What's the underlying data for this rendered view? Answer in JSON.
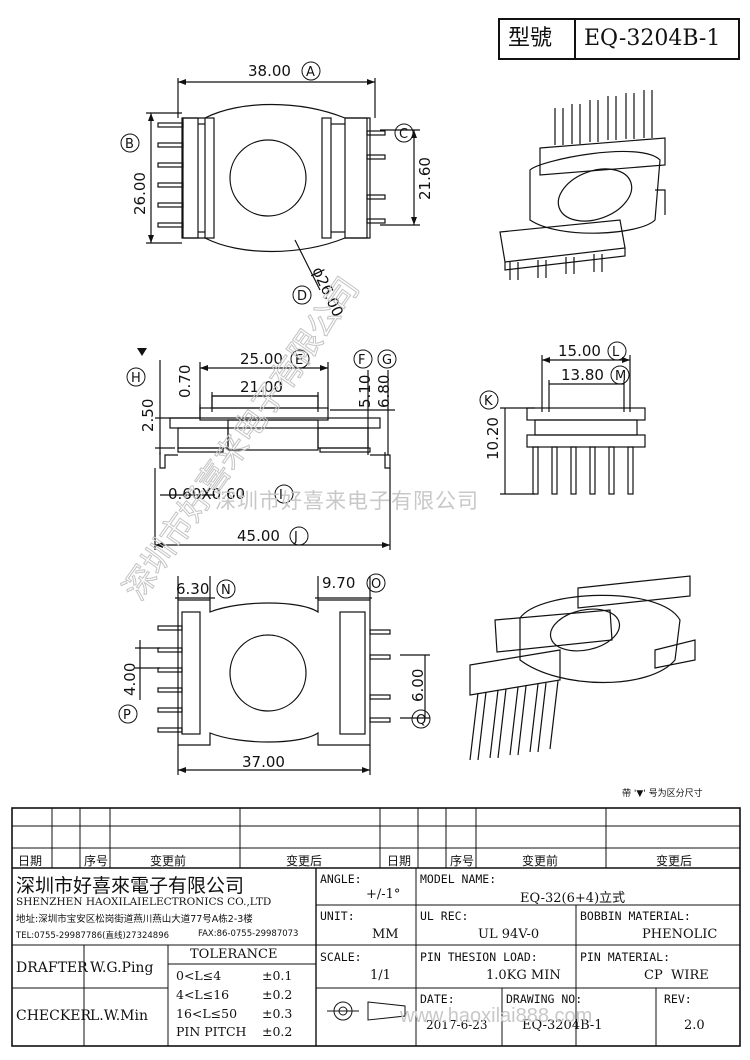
{
  "title_block": {
    "model_label": "型號",
    "model": "EQ-3204B-1"
  },
  "dimensions": {
    "top_width": "38.00",
    "top_width_tag": "A",
    "top_height": "26.00",
    "top_height_tag": "B",
    "top_inner_height": "21.60",
    "top_inner_tag": "C",
    "top_diameter": "ϕ26.00",
    "top_diameter_tag": "D",
    "side_w1": "25.00",
    "side_w1_tag": "E",
    "side_w2": "21.00",
    "side_h1": "0.70",
    "side_h2": "2.50",
    "side_h2_tag": "H",
    "side_h3": "5.10",
    "side_h3_tag": "F",
    "side_h4": "6.80",
    "side_h4_tag": "G",
    "pin_size": "0.60X0.60",
    "pin_size_tag": "I",
    "side_total": "45.00",
    "side_total_tag": "J",
    "end_w1": "15.00",
    "end_w1_tag": "L",
    "end_w2": "13.80",
    "end_w2_tag": "M",
    "end_h": "10.20",
    "end_h_tag": "K",
    "bottom_left": "6.30",
    "bottom_left_tag": "N",
    "bottom_right": "9.70",
    "bottom_right_tag": "O",
    "bottom_pitch": "4.00",
    "bottom_pitch_tag": "P",
    "bottom_inner": "6.00",
    "bottom_inner_tag": "Q",
    "bottom_width": "37.00"
  },
  "note": "帶 '▼' 号为区分尺寸",
  "watermark": {
    "vertical": "深圳市好喜来电子有限公司",
    "horizontal": "深圳市好喜来电子有限公司",
    "url": "www.haoxilai888.com"
  },
  "revision_table": {
    "headers": [
      "日期",
      "序号",
      "变更前",
      "变更后",
      "日期",
      "序号",
      "变更前",
      "变更后"
    ]
  },
  "company": {
    "name_cn": "深圳市好喜來電子有限公司",
    "name_en": "SHENZHEN HAOXILAIELECTRONICS CO.,LTD",
    "address": "地址:深圳市宝安区松岗街道燕川燕山大道77号A栋2-3楼",
    "tel": "TEL:0755-29987786(直线)27324896",
    "fax": "FAX:86-0755-29987073"
  },
  "spec": {
    "angle_label": "ANGLE:",
    "angle_value": "+/-1°",
    "model_name_label": "MODEL NAME:",
    "model_name_value": "EQ-32(6+4)立式",
    "unit_label": "UNIT:",
    "unit_value": "MM",
    "ul_rec_label": "UL REC:",
    "ul_rec_value": "UL 94V-0",
    "bobbin_label": "BOBBIN MATERIAL:",
    "bobbin_value": "PHENOLIC",
    "scale_label": "SCALE:",
    "scale_value": "1/1",
    "pin_tension_label": "PIN THESION LOAD:",
    "pin_tension_value": "1.0KG MIN",
    "pin_material_label": "PIN MATERIAL:",
    "pin_material_value": "CP  WIRE",
    "date_label": "DATE:",
    "date_value": "2017-6-23",
    "drawing_no_label": "DRAWING NO:",
    "drawing_no_value": "EQ-3204B-1",
    "rev_label": "REV:",
    "rev_value": "2.0"
  },
  "people": {
    "drafter_label": "DRAFTER",
    "drafter": "W.G.Ping",
    "checker_label": "CHECKER",
    "checker": "L.W.Min"
  },
  "tolerance": {
    "title": "TOLERANCE",
    "rows": [
      {
        "range": "0<L≤4",
        "value": "±0.1"
      },
      {
        "range": "4<L≤16",
        "value": "±0.2"
      },
      {
        "range": "16<L≤50",
        "value": "±0.3"
      },
      {
        "range": "PIN PITCH",
        "value": "±0.2"
      }
    ]
  }
}
